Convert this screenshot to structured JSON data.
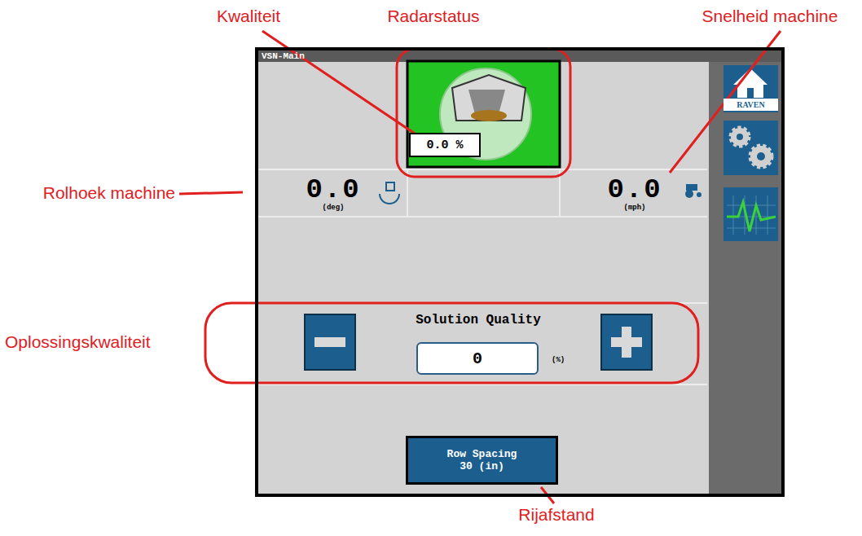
{
  "diagram": {
    "nodes": [
      {
        "text": [
          "VSN-Main"
        ]
      },
      {
        "text": [
          "0.0 %"
        ],
        "in": 0
      },
      {
        "text": [
          "0.0",
          "(deg)"
        ],
        "in": 0
      },
      {
        "text": [
          "0.0",
          "(mph)"
        ],
        "in": 0
      },
      {
        "text": [
          "Solution Quality"
        ],
        "in": 0
      },
      {
        "text": [
          "0"
        ],
        "in": 4
      },
      {
        "text": [
          "Row Spacing 30 (in)"
        ],
        "in": 0
      },
      {
        "text": [
          "RAVEN"
        ],
        "in": 0
      }
    ],
    "labels": [
      "Kwaliteit",
      "Radarstatus",
      "Snelheid machine",
      "Rolhoek machine",
      "Oplossingskwaliteit",
      "Rijafstand",
      "(%)"
    ]
  }
}
